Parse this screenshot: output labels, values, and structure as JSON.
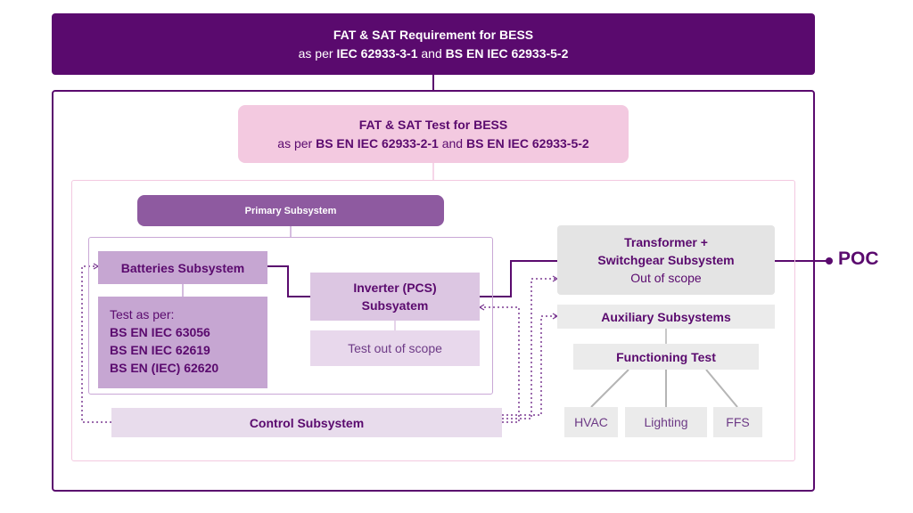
{
  "top": {
    "title": "FAT & SAT Requirement for BESS",
    "prefix": "as per ",
    "std1": "IEC 62933-3-1",
    "and": " and ",
    "std2": "BS EN IEC 62933-5-2"
  },
  "test": {
    "title": "FAT & SAT Test for BESS",
    "prefix": "as per ",
    "std1": "BS EN IEC 62933-2-1",
    "and": " and ",
    "std2": "BS EN IEC 62933-5-2"
  },
  "primary": {
    "label": "Primary Subsystem"
  },
  "batteries": {
    "label": "Batteries Subsystem",
    "test_as_per": "Test as per:",
    "standards": [
      "BS EN IEC 63056",
      "BS EN IEC 62619",
      "BS EN (IEC) 62620"
    ]
  },
  "inverter": {
    "line1": "Inverter (PCS)",
    "line2": "Subsyatem",
    "scope": "Test out of scope"
  },
  "control": {
    "label": "Control Subsystem"
  },
  "transformer": {
    "line1": "Transformer +",
    "line2": "Switchgear Subsystem",
    "scope": "Out of scope"
  },
  "auxiliary": {
    "label": "Auxiliary Subsystems",
    "functioning": "Functioning Test",
    "items": [
      "HVAC",
      "Lighting",
      "FFS"
    ]
  },
  "poc": {
    "label": "POC"
  },
  "colors": {
    "dark_purple": "#5a0a6e",
    "pink": "#f3c9e0",
    "mid_purple": "#8e5aa0",
    "light_purple": "#c6a6d2"
  }
}
